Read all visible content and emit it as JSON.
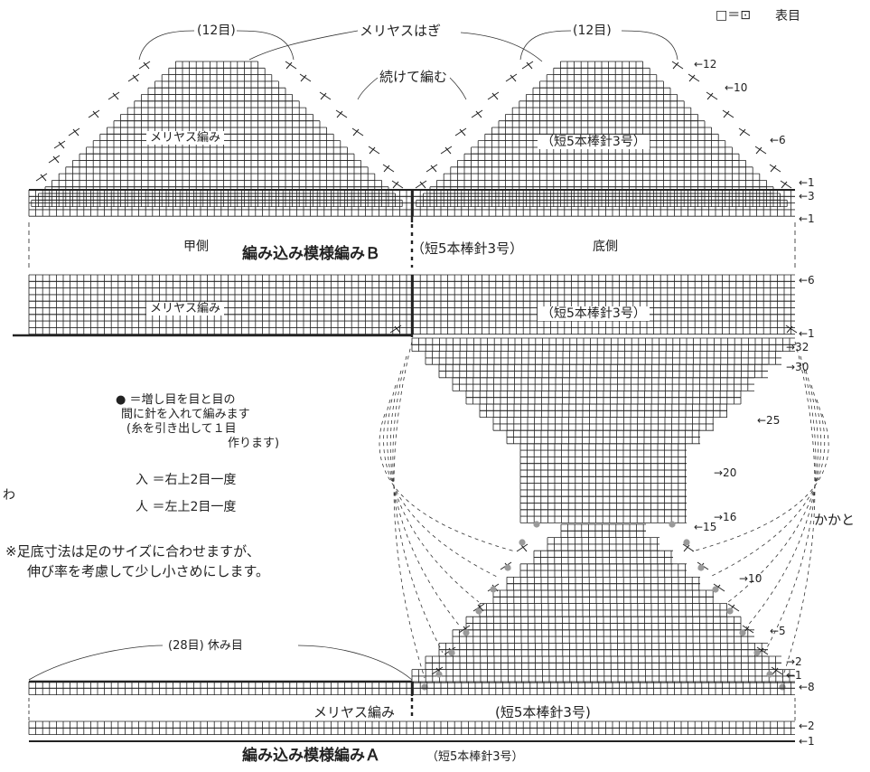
{
  "legend": {
    "symbol": "□＝⊡",
    "text": "表目"
  },
  "top": {
    "left_count": "(12目)",
    "right_count": "(12目)",
    "kitchener": "メリヤスはぎ",
    "continue_knit": "続けて編む",
    "left_stitch": "メリヤス編み",
    "right_needle": "（短5本棒針3号）"
  },
  "row_marks": {
    "r12": "←12",
    "r10": "←10",
    "r6": "←6",
    "r1a": "←1",
    "r3": "←3",
    "r1b": "←1",
    "r6b": "←6",
    "r1c": "←1",
    "r32": "→32",
    "r30": "→30",
    "r25": "←25",
    "r20": "→20",
    "r16": "→16",
    "r15": "←15",
    "r10b": "→10",
    "r5": "←5",
    "r2": "→2",
    "r1d": "←1",
    "r8": "←8",
    "r2b": "←2",
    "r1e": "←1"
  },
  "band_b": {
    "instep": "甲側",
    "title": "編み込み模様編みＢ",
    "needle": "（短5本棒針3号）",
    "sole": "底側"
  },
  "middle": {
    "left_stitch": "メリヤス編み",
    "right_needle": "（短5本棒針3号）"
  },
  "notes": {
    "increase_1": "● ＝増し目を目と目の",
    "increase_2": "間に針を入れて編みます",
    "increase_3": "(糸を引き出して１目",
    "increase_4": "作ります)",
    "ssk": "入 ＝右上2目一度",
    "k2tog": "人 ＝左上2目一度",
    "wa": "わ",
    "remark_1": "※足底寸法は足のサイズに合わせますが、",
    "remark_2": "伸び率を考慮して少し小さめにします。",
    "heel": "かかと"
  },
  "bottom": {
    "rest": "(28目) 休み目",
    "left_stitch": "メリヤス編み",
    "right_needle": "(短5本棒針3号)",
    "title": "編み込み模様編みＡ",
    "needle": "（短5本棒針3号）"
  }
}
